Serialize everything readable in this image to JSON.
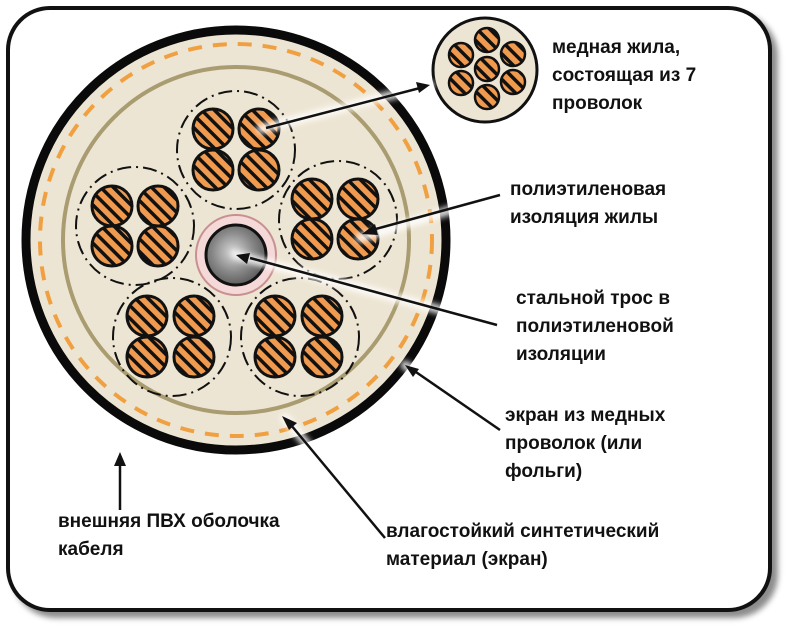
{
  "labels": {
    "copper_core": "медная жила,\nсостоящая из 7\nпроволок",
    "pe_insulation": "полиэтиленовая\nизоляция жилы",
    "steel_cable": "стальной трос в\nполиэтиленовой\nизоляции",
    "copper_screen": "экран из медных\nпроволок  (или\nфольги)",
    "outer_sheath": "внешняя ПВХ оболочка\nкабеля",
    "waterproof_material": "влагостойкий синтетический\nматериал (экран)"
  },
  "colors": {
    "cable_fill": "#ede5d3",
    "outer_sheath": "#0a0a0a",
    "screen_dash": "#f0a040",
    "inner_ring": "#a89c70",
    "wire_fill": "#f09a50",
    "steel_gray": "#808080",
    "steel_insulation": "#f5d8d8"
  }
}
